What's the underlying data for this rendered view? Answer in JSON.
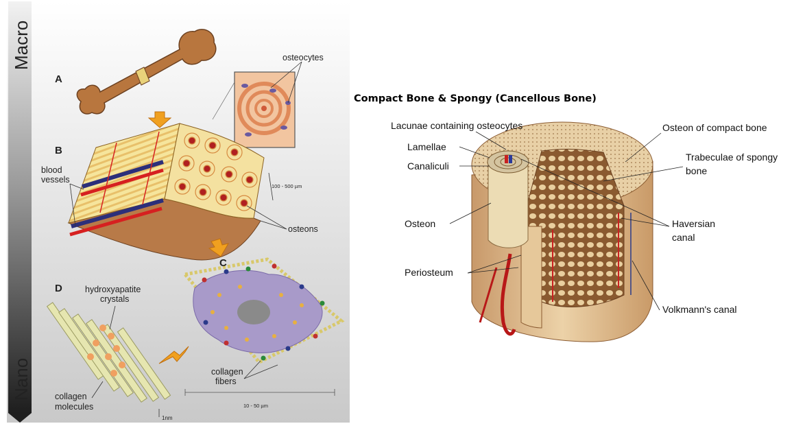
{
  "left_panel": {
    "scale_top": "Macro",
    "scale_bottom": "Nano",
    "panels": {
      "a": "A",
      "b": "B",
      "c": "C",
      "d": "D"
    },
    "labels": {
      "osteocytes": "osteocytes",
      "blood_vessels_1": "blood",
      "blood_vessels_2": "vessels",
      "scale_b": "100 - 500 µm",
      "osteons": "osteons",
      "hydroxyapatite_1": "hydroxyapatite",
      "hydroxyapatite_2": "crystals",
      "collagen_fibers_1": "collagen",
      "collagen_fibers_2": "fibers",
      "collagen_molecules_1": "collagen",
      "collagen_molecules_2": "molecules",
      "scale_c": "10 - 50 µm",
      "scale_d": "1nm"
    }
  },
  "right_panel": {
    "title": "Compact Bone & Spongy (Cancellous Bone)",
    "labels": {
      "lacunae": "Lacunae containing osteocytes",
      "osteon_compact": "Osteon of compact bone",
      "lamellae": "Lamellae",
      "trabeculae_1": "Trabeculae of  spongy",
      "trabeculae_2": "bone",
      "canaliculi": "Canaliculi",
      "osteon": "Osteon",
      "haversian_1": "Haversian",
      "haversian_2": "canal",
      "periosteum": "Periosteum",
      "volkmann": "Volkmann's canal"
    }
  },
  "colors": {
    "bone_brown": "#b8763e",
    "lamella_yellow": "#f3dc8a",
    "vessel_red": "#d62020",
    "vessel_blue": "#2c2f7a",
    "cell_purple": "#a89ac9",
    "arrow_orange": "#f0a020",
    "sidebar_dark": "#2a2a2a",
    "spongy_tan": "#e6c89a"
  }
}
